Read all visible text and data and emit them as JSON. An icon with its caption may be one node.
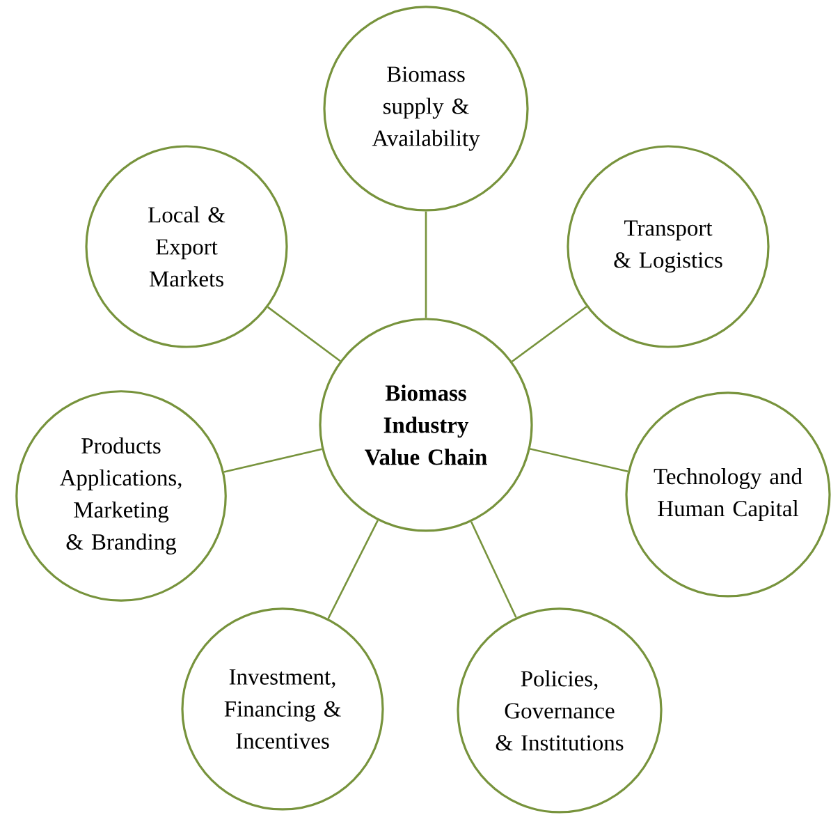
{
  "diagram": {
    "nodes": [
      {
        "text": [
          "Biomass supply & Availability"
        ]
      },
      {
        "text": [
          "Local & Export Markets"
        ]
      },
      {
        "text": [
          "Transport & Logistics"
        ]
      },
      {
        "text": [
          "Biomass Industry Value Chain"
        ]
      },
      {
        "text": [
          "Products Applications, Marketing & Branding"
        ]
      },
      {
        "text": [
          "Technology and Human Capital"
        ]
      },
      {
        "text": [
          "Investment, Financing & Incentives"
        ]
      },
      {
        "text": [
          "Policies, Governance & Institutions"
        ]
      }
    ],
    "edges": [
      {
        "from": 3,
        "to": 0,
        "arrow": "none"
      },
      {
        "from": 3,
        "to": 2,
        "arrow": "none"
      },
      {
        "from": 3,
        "to": 5,
        "arrow": "none"
      },
      {
        "from": 3,
        "to": 7,
        "arrow": "none"
      },
      {
        "from": 3,
        "to": 6,
        "arrow": "none"
      },
      {
        "from": 3,
        "to": 4,
        "arrow": "none"
      },
      {
        "from": 3,
        "to": 1,
        "arrow": "none"
      }
    ]
  }
}
